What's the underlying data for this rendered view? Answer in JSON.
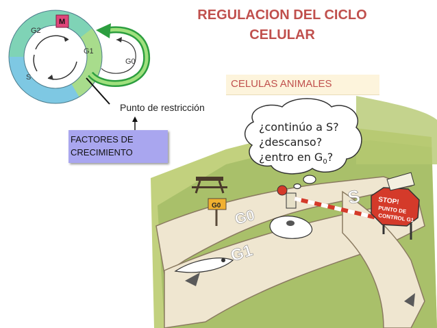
{
  "title": {
    "line1": "REGULACION DEL CICLO",
    "line2": "CELULAR"
  },
  "subtitle": "CELULAS ANIMALES",
  "cycle": {
    "phase_g2": "G2",
    "phase_m": "M",
    "phase_g1": "G1",
    "phase_s": "S",
    "phase_g0": "G0"
  },
  "restriction_point_label": "Punto de restricción",
  "growth_factors": {
    "line1": "FACTORES DE",
    "line2": "CRECIMIENTO"
  },
  "thought_bubble": {
    "line1": "¿continúo a S?",
    "line2": "¿descanso?",
    "line3_prefix": "¿entro en G",
    "line3_sub": "0",
    "line3_suffix": "?"
  },
  "road": {
    "sign_g0": "G0",
    "road_g0": "G0",
    "road_g1": "G1",
    "road_s": "S",
    "stop_sign": "STOP!",
    "stop_line2": "PUNTO DE",
    "stop_line3": "CONTROL G1"
  },
  "colors": {
    "title": "#c0504d",
    "g2": "#7fd3b6",
    "m": "#e0457a",
    "g1": "#a8dc8c",
    "s": "#7ec8e3",
    "g0": "#2c9e3f",
    "factors_box": "#a9a6ef"
  }
}
